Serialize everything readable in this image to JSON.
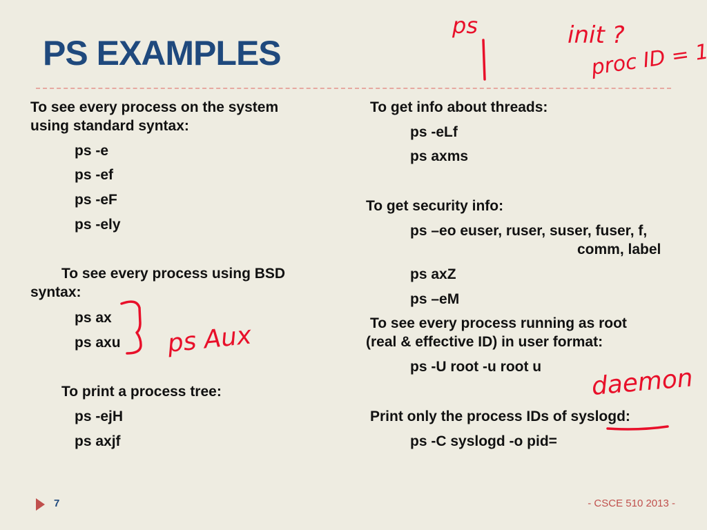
{
  "title": "PS EXAMPLES",
  "left": {
    "every_process_l1": "To see every process on the system",
    "every_process_l2": "using standard syntax:",
    "cmd_e": "ps -e",
    "cmd_ef": "ps -ef",
    "cmd_eF": "ps -eF",
    "cmd_ely": "ps -ely",
    "bsd_l1": "To see every process using BSD",
    "bsd_l2": "syntax:",
    "cmd_ax": "ps ax",
    "cmd_axu": "ps axu",
    "tree_heading": "To print a process tree:",
    "cmd_ejH": "ps -ejH",
    "cmd_axjf": "ps axjf"
  },
  "right": {
    "threads_heading": "To get info about threads:",
    "cmd_eLf": "ps -eLf",
    "cmd_axms": "ps axms",
    "security_heading": "To get security info:",
    "cmd_eo_l1": "ps –eo euser, ruser, suser, fuser, f,",
    "cmd_eo_l2": "comm, label",
    "cmd_axZ": "ps axZ",
    "cmd_eM": "ps –eM",
    "root_l1": "To see every process running as root",
    "root_l2": "(real & effective ID) in user format:",
    "cmd_root": "ps -U root -u root u",
    "syslogd_heading": "Print only the process IDs of syslogd:",
    "cmd_syslogd": "ps -C syslogd -o pid="
  },
  "annotations": {
    "ps": "ps",
    "init": "init ?",
    "procid": "proc ID = 1",
    "psaux": "ps Aux",
    "daemon": "daemon"
  },
  "footer": {
    "page_number": "7",
    "course": "- CSCE 510 2013 -"
  },
  "colors": {
    "background": "#eeece1",
    "title": "#1f497d",
    "accent": "#c0504d",
    "ink": "#e8102a"
  }
}
